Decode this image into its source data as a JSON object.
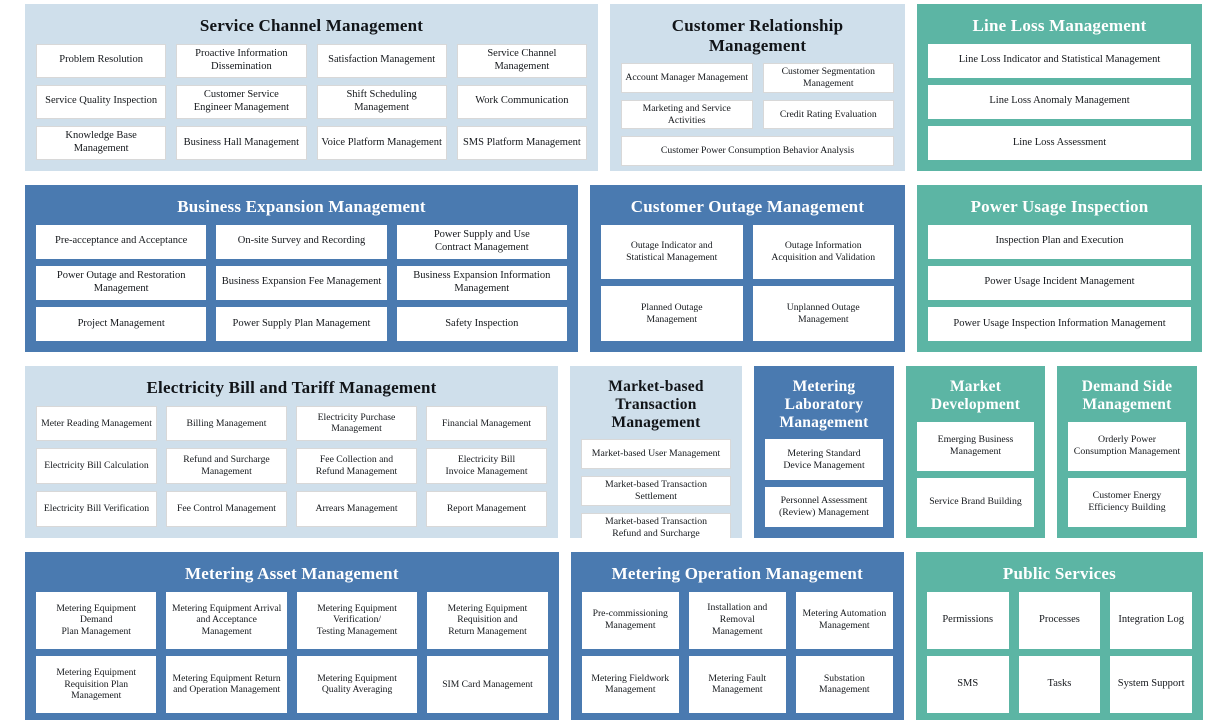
{
  "theme": {
    "light_blue": "#cfdfeb",
    "steel_blue": "#4a7ab0",
    "teal": "#5cb5a4",
    "tile_background": "#ffffff",
    "dark_text": "#15181c",
    "light_text": "#ffffff"
  },
  "rows": [
    {
      "panels": [
        {
          "title": "Service Channel Management",
          "theme": "light",
          "tiles": [
            "Problem Resolution",
            "Proactive Information\nDissemination",
            "Satisfaction Management",
            "Service Channel Management",
            "Service Quality Inspection",
            "Customer Service\nEngineer Management",
            "Shift Scheduling Management",
            "Work Communication",
            "Knowledge Base Management",
            "Business Hall Management",
            "Voice Platform Management",
            "SMS Platform Management"
          ]
        },
        {
          "title": "Customer Relationship Management",
          "theme": "light",
          "tiles": [
            "Account Manager Management",
            "Customer Segmentation\nManagement",
            "Marketing and Service\nActivities",
            "Credit Rating Evaluation",
            "Customer Power Consumption Behavior Analysis"
          ]
        },
        {
          "title": "Line Loss Management",
          "theme": "teal",
          "tiles": [
            "Line Loss Indicator and Statistical Management",
            "Line Loss Anomaly Management",
            "Line Loss Assessment"
          ]
        }
      ]
    },
    {
      "panels": [
        {
          "title": "Business Expansion Management",
          "theme": "blue",
          "tiles": [
            "Pre-acceptance and Acceptance",
            "On-site Survey and Recording",
            "Power Supply and Use\nContract Management",
            "Power Outage and Restoration\nManagement",
            "Business Expansion Fee Management",
            "Business Expansion Information\nManagement",
            "Project Management",
            "Power Supply Plan Management",
            "Safety Inspection"
          ]
        },
        {
          "title": "Customer Outage Management",
          "theme": "blue",
          "tiles": [
            "Outage Indicator and\nStatistical Management",
            "Outage Information\nAcquisition and Validation",
            "Planned Outage\nManagement",
            "Unplanned Outage\nManagement"
          ]
        },
        {
          "title": "Power Usage Inspection",
          "theme": "teal",
          "tiles": [
            "Inspection Plan and Execution",
            "Power Usage Incident Management",
            "Power Usage Inspection Information Management"
          ]
        }
      ]
    },
    {
      "panels": [
        {
          "title": "Electricity Bill and Tariff Management",
          "theme": "light",
          "tiles": [
            "Meter Reading Management",
            "Billing Management",
            "Electricity Purchase\nManagement",
            "Financial Management",
            "Electricity Bill Calculation",
            "Refund and Surcharge\nManagement",
            "Fee Collection and\nRefund Management",
            "Electricity Bill\nInvoice Management",
            "Electricity Bill Verification",
            "Fee Control Management",
            "Arrears Management",
            "Report Management"
          ]
        },
        {
          "title": "Market-based\nTransaction Management",
          "theme": "light",
          "tiles": [
            "Market-based User Management",
            "Market-based Transaction\nSettlement",
            "Market-based Transaction\nRefund and Surcharge"
          ]
        },
        {
          "title": "Metering Laboratory\nManagement",
          "theme": "blue",
          "tiles": [
            "Metering Standard\nDevice Management",
            "Personnel Assessment\n(Review) Management"
          ]
        },
        {
          "title": "Market\nDevelopment",
          "theme": "teal",
          "tiles": [
            "Emerging Business\nManagement",
            "Service Brand Building"
          ]
        },
        {
          "title": "Demand Side\nManagement",
          "theme": "teal",
          "tiles": [
            "Orderly Power\nConsumption Management",
            "Customer Energy\nEfficiency Building"
          ]
        }
      ]
    },
    {
      "panels": [
        {
          "title": "Metering Asset Management",
          "theme": "blue",
          "tiles": [
            "Metering Equipment Demand\nPlan Management",
            "Metering Equipment Arrival\nand Acceptance Management",
            "Metering Equipment\nVerification/\nTesting Management",
            "Metering Equipment\nRequisition and\nReturn Management",
            "Metering Equipment\nRequisition Plan Management",
            "Metering Equipment Return\nand Operation Management",
            "Metering Equipment\nQuality Averaging",
            "SIM Card Management"
          ]
        },
        {
          "title": "Metering Operation Management",
          "theme": "blue",
          "tiles": [
            "Pre-commissioning\nManagement",
            "Installation and\nRemoval\nManagement",
            "Metering Automation\nManagement",
            "Metering Fieldwork\nManagement",
            "Metering Fault\nManagement",
            "Substation Management"
          ]
        },
        {
          "title": "Public Services",
          "theme": "teal",
          "tiles": [
            "Permissions",
            "Processes",
            "Integration Log",
            "SMS",
            "Tasks",
            "System Support"
          ]
        }
      ]
    }
  ]
}
